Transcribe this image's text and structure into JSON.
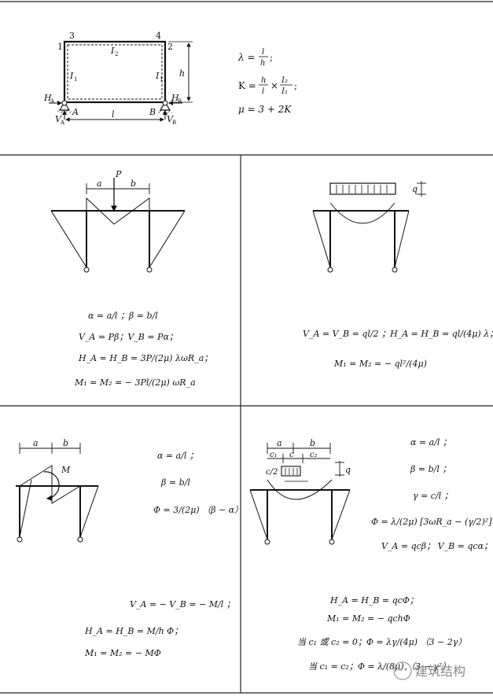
{
  "top": {
    "labels": {
      "n1": "1",
      "n2": "2",
      "n3": "3",
      "n4": "4",
      "l2": "I",
      "l2sub": "2",
      "l1a": "I",
      "l1asub": "1",
      "l1b": "I",
      "l1bsub": "1",
      "h": "h",
      "HA": "H",
      "HAsub": "A",
      "HB": "H",
      "HBsub": "B",
      "A": "A",
      "B": "B",
      "VA": "V",
      "VAsub": "A",
      "VB": "V",
      "VBsub": "B",
      "l": "l"
    },
    "formulas": {
      "lambda_lhs": "λ =",
      "lambda_num": "l",
      "lambda_den": "h",
      "lambda_end": ";",
      "K_lhs": "K =",
      "K_num1": "h",
      "K_den1": "l",
      "K_times": "×",
      "K_num2": "I₂",
      "K_den2": "I₁",
      "K_end": ";",
      "mu": "μ = 3 + 2K"
    }
  },
  "p1": {
    "labels": {
      "a": "a",
      "b": "b",
      "P": "P"
    },
    "f": {
      "line1": "α = a/l ；β = b/l",
      "line2": "V_A = Pβ；V_B = Pα；",
      "line3": "H_A = H_B = 3P/(2μ) λωR_a；",
      "line4": "M₁ = M₂ = − 3Pl/(2μ) ωR_a"
    }
  },
  "p2": {
    "labels": {
      "q": "q"
    },
    "f": {
      "line1": "V_A = V_B = ql/2 ；H_A = H_B = ql/(4μ) λ；",
      "line2": "M₁ = M₂ = − ql²/(4μ)"
    }
  },
  "p3": {
    "labels": {
      "a": "a",
      "b": "b",
      "M": "M"
    },
    "f": {
      "line1": "α = a/l ；",
      "line2": "β = b/l",
      "line3": "Φ = 3/(2μ) （β − α）",
      "line4": "V_A = − V_B = − M/l ；",
      "line5": "H_A = H_B = M/h Φ；",
      "line6": "M₁ = M₂ = − MΦ"
    }
  },
  "p4": {
    "labels": {
      "a": "a",
      "b": "b",
      "c1": "c₁",
      "c": "c",
      "c2": "c₂",
      "c2frac": "c/2",
      "q": "q"
    },
    "f": {
      "line1": "α = a/l ；",
      "line2": "β = b/l ；",
      "line3": "γ = c/l ；",
      "line4": "Φ = λ/(2μ) [3ωR_a − (γ/2)²]",
      "line5": "V_A = qcβ；  V_B = qcα；",
      "line6": "H_A = H_B = qcΦ；",
      "line7": "M₁ = M₂ = − qchΦ",
      "line8": "当 c₁ 或 c₂ = 0；Φ = λγ/(4μ) （3 − 2γ）",
      "line9": "当 c₁ = c₂；Φ = λ/(8μ) （3 − γ²）"
    }
  },
  "watermark": "建筑结构"
}
